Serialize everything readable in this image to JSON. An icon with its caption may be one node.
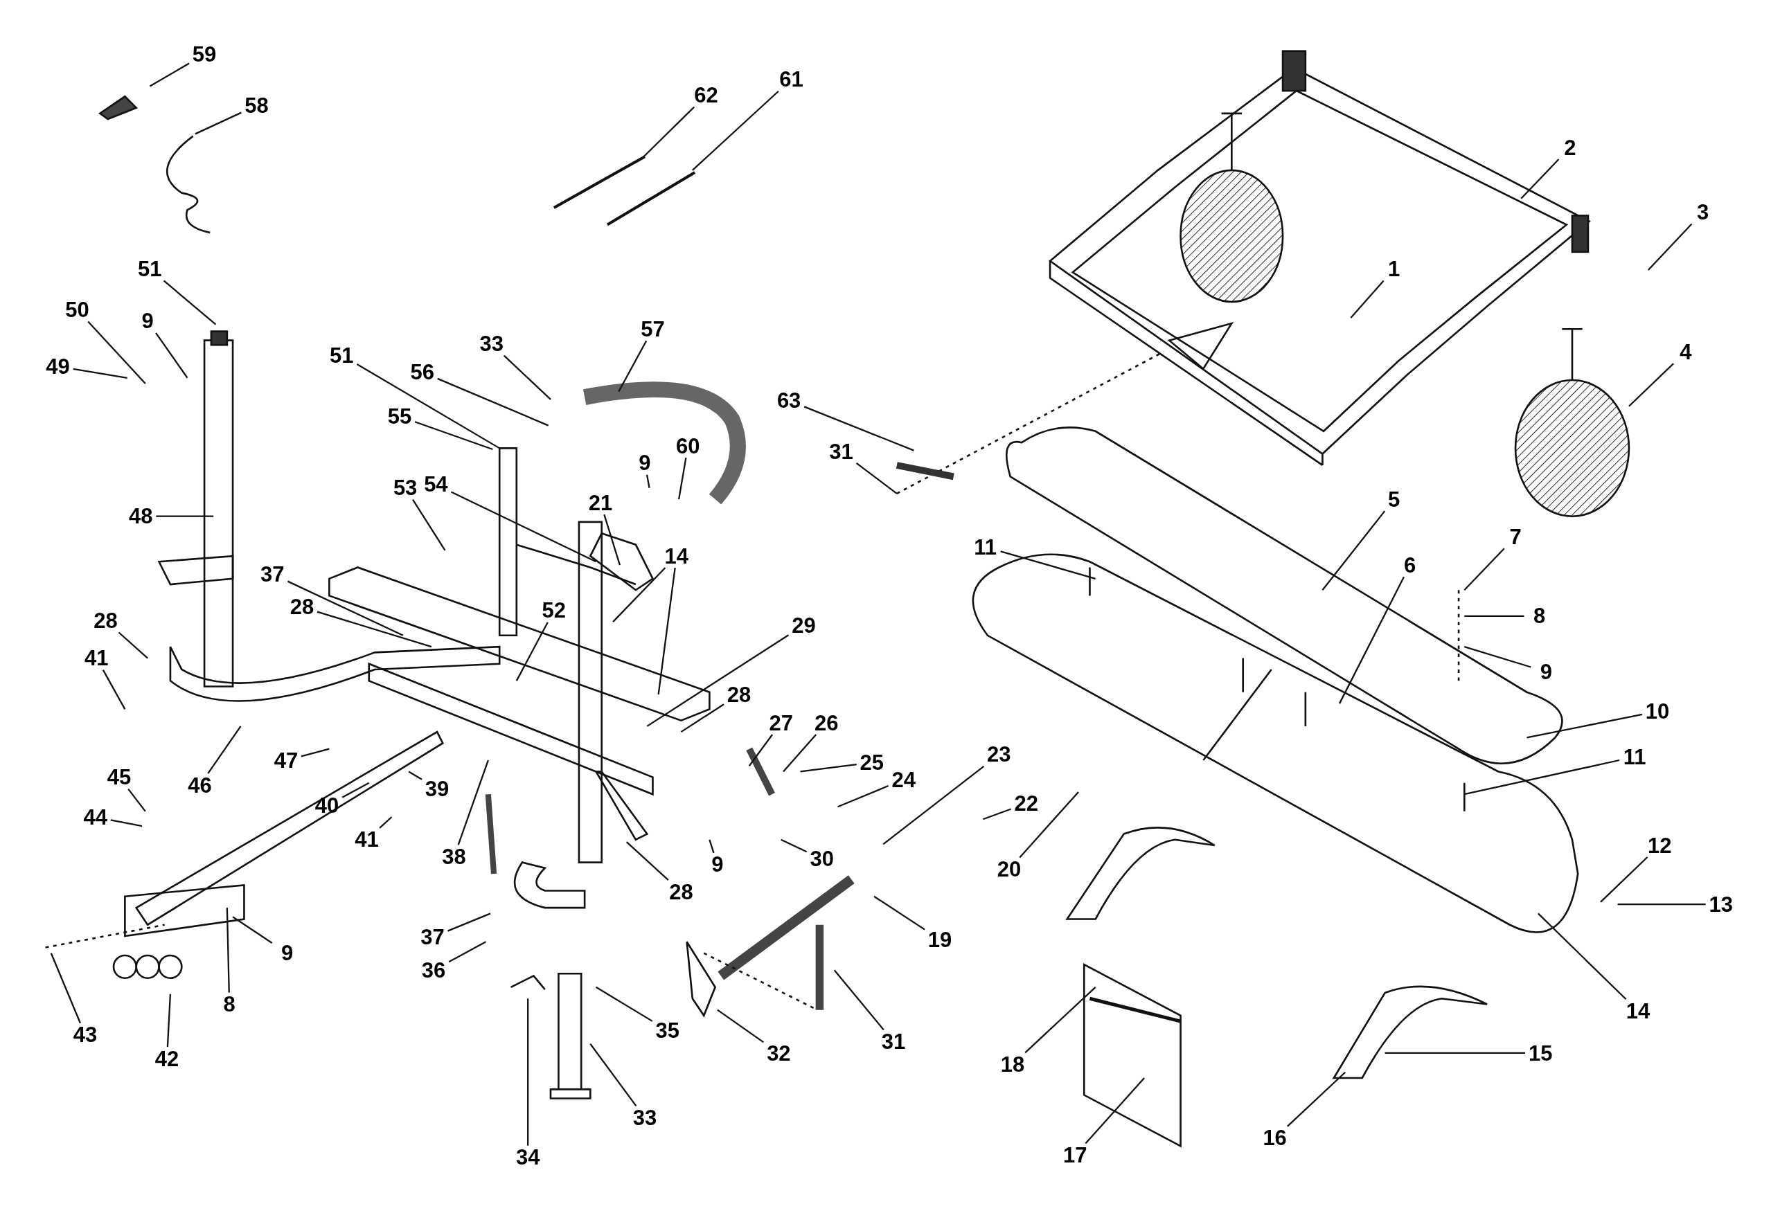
{
  "diagram": {
    "nodes": [
      {
        "text": [
          "59"
        ]
      },
      {
        "text": [
          "58"
        ]
      },
      {
        "text": [
          "62"
        ]
      },
      {
        "text": [
          "61"
        ]
      },
      {
        "text": [
          "2"
        ]
      },
      {
        "text": [
          "3"
        ]
      },
      {
        "text": [
          "1"
        ]
      },
      {
        "text": [
          "51"
        ]
      },
      {
        "text": [
          "50"
        ]
      },
      {
        "text": [
          "9"
        ]
      },
      {
        "text": [
          "49"
        ]
      },
      {
        "text": [
          "33"
        ]
      },
      {
        "text": [
          "57"
        ]
      },
      {
        "text": [
          "51"
        ]
      },
      {
        "text": [
          "56"
        ]
      },
      {
        "text": [
          "55"
        ]
      },
      {
        "text": [
          "63"
        ]
      },
      {
        "text": [
          "31"
        ]
      },
      {
        "text": [
          "4"
        ]
      },
      {
        "text": [
          "53"
        ]
      },
      {
        "text": [
          "54"
        ]
      },
      {
        "text": [
          "21"
        ]
      },
      {
        "text": [
          "9"
        ]
      },
      {
        "text": [
          "60"
        ]
      },
      {
        "text": [
          "48"
        ]
      },
      {
        "text": [
          "14"
        ]
      },
      {
        "text": [
          "5"
        ]
      },
      {
        "text": [
          "6"
        ]
      },
      {
        "text": [
          "11"
        ]
      },
      {
        "text": [
          "7"
        ]
      },
      {
        "text": [
          "8"
        ]
      },
      {
        "text": [
          "9"
        ]
      },
      {
        "text": [
          "37"
        ]
      },
      {
        "text": [
          "28"
        ]
      },
      {
        "text": [
          "52"
        ]
      },
      {
        "text": [
          "29"
        ]
      },
      {
        "text": [
          "28"
        ]
      },
      {
        "text": [
          "41"
        ]
      },
      {
        "text": [
          "28"
        ]
      },
      {
        "text": [
          "27"
        ]
      },
      {
        "text": [
          "26"
        ]
      },
      {
        "text": [
          "25"
        ]
      },
      {
        "text": [
          "24"
        ]
      },
      {
        "text": [
          "23"
        ]
      },
      {
        "text": [
          "22"
        ]
      },
      {
        "text": [
          "10"
        ]
      },
      {
        "text": [
          "11"
        ]
      },
      {
        "text": [
          "46"
        ]
      },
      {
        "text": [
          "47"
        ]
      },
      {
        "text": [
          "45"
        ]
      },
      {
        "text": [
          "44"
        ]
      },
      {
        "text": [
          "40"
        ]
      },
      {
        "text": [
          "39"
        ]
      },
      {
        "text": [
          "41"
        ]
      },
      {
        "text": [
          "38"
        ]
      },
      {
        "text": [
          "30"
        ]
      },
      {
        "text": [
          "9"
        ]
      },
      {
        "text": [
          "28"
        ]
      },
      {
        "text": [
          "19"
        ]
      },
      {
        "text": [
          "20"
        ]
      },
      {
        "text": [
          "12"
        ]
      },
      {
        "text": [
          "13"
        ]
      },
      {
        "text": [
          "14"
        ]
      },
      {
        "text": [
          "9"
        ]
      },
      {
        "text": [
          "8"
        ]
      },
      {
        "text": [
          "37"
        ]
      },
      {
        "text": [
          "36"
        ]
      },
      {
        "text": [
          "43"
        ]
      },
      {
        "text": [
          "42"
        ]
      },
      {
        "text": [
          "35"
        ]
      },
      {
        "text": [
          "31"
        ]
      },
      {
        "text": [
          "32"
        ]
      },
      {
        "text": [
          "33"
        ]
      },
      {
        "text": [
          "34"
        ]
      },
      {
        "text": [
          "15"
        ]
      },
      {
        "text": [
          "16"
        ]
      },
      {
        "text": [
          "18"
        ]
      },
      {
        "text": [
          "17"
        ]
      }
    ],
    "edges": [
      {
        "from": 0,
        "to": null,
        "arrow": "none"
      },
      {
        "from": 1,
        "to": null,
        "arrow": "none"
      },
      {
        "from": 2,
        "to": null,
        "arrow": "none"
      },
      {
        "from": 3,
        "to": null,
        "arrow": "none"
      },
      {
        "from": 4,
        "to": null,
        "arrow": "none"
      },
      {
        "from": 5,
        "to": null,
        "arrow": "none"
      },
      {
        "from": 6,
        "to": null,
        "arrow": "none"
      },
      {
        "from": 7,
        "to": null,
        "arrow": "none"
      },
      {
        "from": 8,
        "to": null,
        "arrow": "none"
      },
      {
        "from": 9,
        "to": null,
        "arrow": "none"
      },
      {
        "from": 10,
        "to": null,
        "arrow": "none"
      },
      {
        "from": 11,
        "to": null,
        "arrow": "none"
      },
      {
        "from": 12,
        "to": null,
        "arrow": "none"
      },
      {
        "from": 13,
        "to": null,
        "arrow": "none"
      },
      {
        "from": 14,
        "to": null,
        "arrow": "none"
      },
      {
        "from": 15,
        "to": null,
        "arrow": "none"
      },
      {
        "from": 16,
        "to": null,
        "arrow": "none"
      },
      {
        "from": 17,
        "to": null,
        "arrow": "none"
      },
      {
        "from": 18,
        "to": null,
        "arrow": "none"
      },
      {
        "from": 19,
        "to": null,
        "arrow": "none"
      },
      {
        "from": 20,
        "to": null,
        "arrow": "none"
      },
      {
        "from": 21,
        "to": null,
        "arrow": "none"
      },
      {
        "from": 22,
        "to": null,
        "arrow": "none"
      },
      {
        "from": 23,
        "to": null,
        "arrow": "none"
      },
      {
        "from": 24,
        "to": null,
        "arrow": "none"
      },
      {
        "from": 25,
        "to": null,
        "arrow": "none"
      },
      {
        "from": 25,
        "to": null,
        "arrow": "none"
      },
      {
        "from": 26,
        "to": null,
        "arrow": "none"
      },
      {
        "from": 27,
        "to": null,
        "arrow": "none"
      },
      {
        "from": 28,
        "to": null,
        "arrow": "none"
      },
      {
        "from": 29,
        "to": null,
        "arrow": "none"
      },
      {
        "from": 30,
        "to": null,
        "arrow": "none"
      },
      {
        "from": 31,
        "to": null,
        "arrow": "none"
      },
      {
        "from": 32,
        "to": null,
        "arrow": "none"
      },
      {
        "from": 33,
        "to": null,
        "arrow": "none"
      },
      {
        "from": 34,
        "to": null,
        "arrow": "none"
      },
      {
        "from": 35,
        "to": null,
        "arrow": "none"
      },
      {
        "from": 36,
        "to": null,
        "arrow": "none"
      },
      {
        "from": 37,
        "to": null,
        "arrow": "none"
      },
      {
        "from": 38,
        "to": null,
        "arrow": "none"
      },
      {
        "from": 39,
        "to": null,
        "arrow": "none"
      },
      {
        "from": 40,
        "to": null,
        "arrow": "none"
      },
      {
        "from": 41,
        "to": null,
        "arrow": "none"
      },
      {
        "from": 42,
        "to": null,
        "arrow": "none"
      },
      {
        "from": 43,
        "to": null,
        "arrow": "none"
      },
      {
        "from": 44,
        "to": null,
        "arrow": "none"
      },
      {
        "from": 45,
        "to": null,
        "arrow": "none"
      },
      {
        "from": 46,
        "to": null,
        "arrow": "none"
      },
      {
        "from": 47,
        "to": null,
        "arrow": "none"
      },
      {
        "from": 48,
        "to": null,
        "arrow": "none"
      },
      {
        "from": 49,
        "to": null,
        "arrow": "none"
      },
      {
        "from": 50,
        "to": null,
        "arrow": "none"
      },
      {
        "from": 51,
        "to": null,
        "arrow": "none"
      },
      {
        "from": 52,
        "to": null,
        "arrow": "none"
      },
      {
        "from": 53,
        "to": null,
        "arrow": "none"
      },
      {
        "from": 54,
        "to": null,
        "arrow": "none"
      },
      {
        "from": 55,
        "to": null,
        "arrow": "none"
      },
      {
        "from": 56,
        "to": null,
        "arrow": "none"
      },
      {
        "from": 57,
        "to": null,
        "arrow": "none"
      },
      {
        "from": 58,
        "to": null,
        "arrow": "none"
      },
      {
        "from": 59,
        "to": null,
        "arrow": "none"
      },
      {
        "from": 60,
        "to": null,
        "arrow": "none"
      },
      {
        "from": 61,
        "to": null,
        "arrow": "none"
      },
      {
        "from": 62,
        "to": null,
        "arrow": "none"
      },
      {
        "from": 63,
        "to": null,
        "arrow": "none"
      },
      {
        "from": 64,
        "to": null,
        "arrow": "none"
      },
      {
        "from": 65,
        "to": null,
        "arrow": "none"
      },
      {
        "from": 66,
        "to": null,
        "arrow": "none"
      },
      {
        "from": 67,
        "to": null,
        "arrow": "none"
      },
      {
        "from": 68,
        "to": null,
        "arrow": "none"
      },
      {
        "from": 69,
        "to": null,
        "arrow": "none"
      },
      {
        "from": 70,
        "to": null,
        "arrow": "none"
      },
      {
        "from": 71,
        "to": null,
        "arrow": "none"
      },
      {
        "from": 72,
        "to": null,
        "arrow": "none"
      },
      {
        "from": 73,
        "to": null,
        "arrow": "none"
      },
      {
        "from": 74,
        "to": null,
        "arrow": "none"
      },
      {
        "from": 75,
        "to": null,
        "arrow": "none"
      },
      {
        "from": 76,
        "to": null,
        "arrow": "none"
      },
      {
        "from": 77,
        "to": null,
        "arrow": "none"
      }
    ]
  }
}
